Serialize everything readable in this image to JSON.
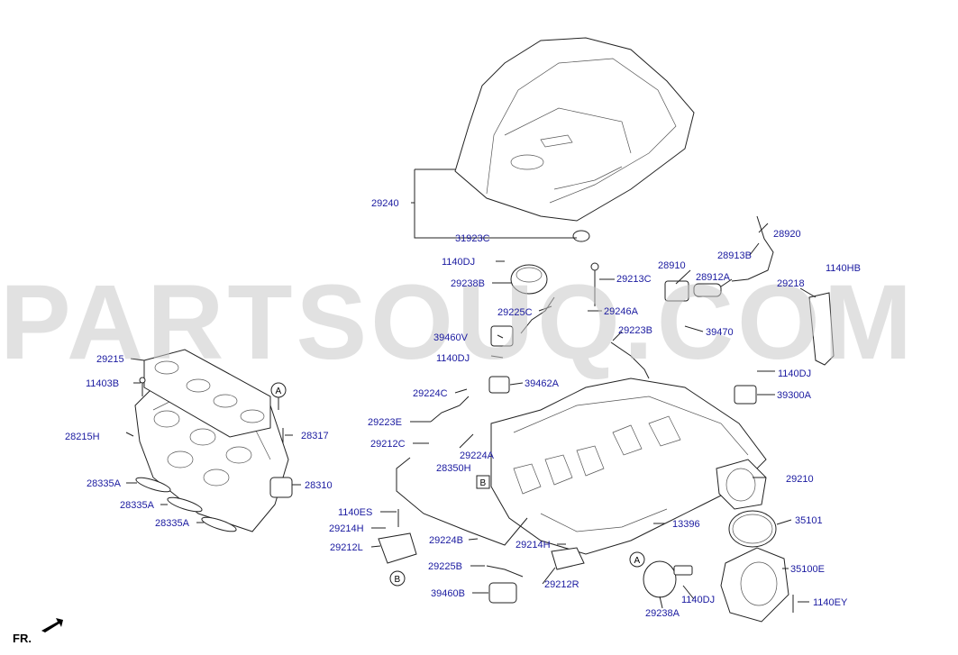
{
  "diagram": {
    "watermark": "PARTSOUQ.COM",
    "direction_label": "FR.",
    "reference_markers": [
      "A",
      "B",
      "B",
      "A"
    ],
    "part_labels": [
      "29240",
      "31923C",
      "1140DJ",
      "29238B",
      "29213C",
      "28910",
      "28913B",
      "28920",
      "1140HB",
      "28912A",
      "29218",
      "29225C",
      "29246A",
      "39460V",
      "29223B",
      "39470",
      "1140DJ",
      "39462A",
      "29215",
      "11403B",
      "29224C",
      "1140DJ",
      "39300A",
      "29223E",
      "28317",
      "28215H",
      "29212C",
      "29224A",
      "28350H",
      "29210",
      "28335A",
      "28310",
      "28335A",
      "1140ES",
      "13396",
      "35101",
      "28335A",
      "29214H",
      "29224B",
      "29212L",
      "29214H",
      "29225B",
      "29212R",
      "35100E",
      "39460B",
      "1140DJ",
      "1140EY",
      "29238A"
    ]
  }
}
